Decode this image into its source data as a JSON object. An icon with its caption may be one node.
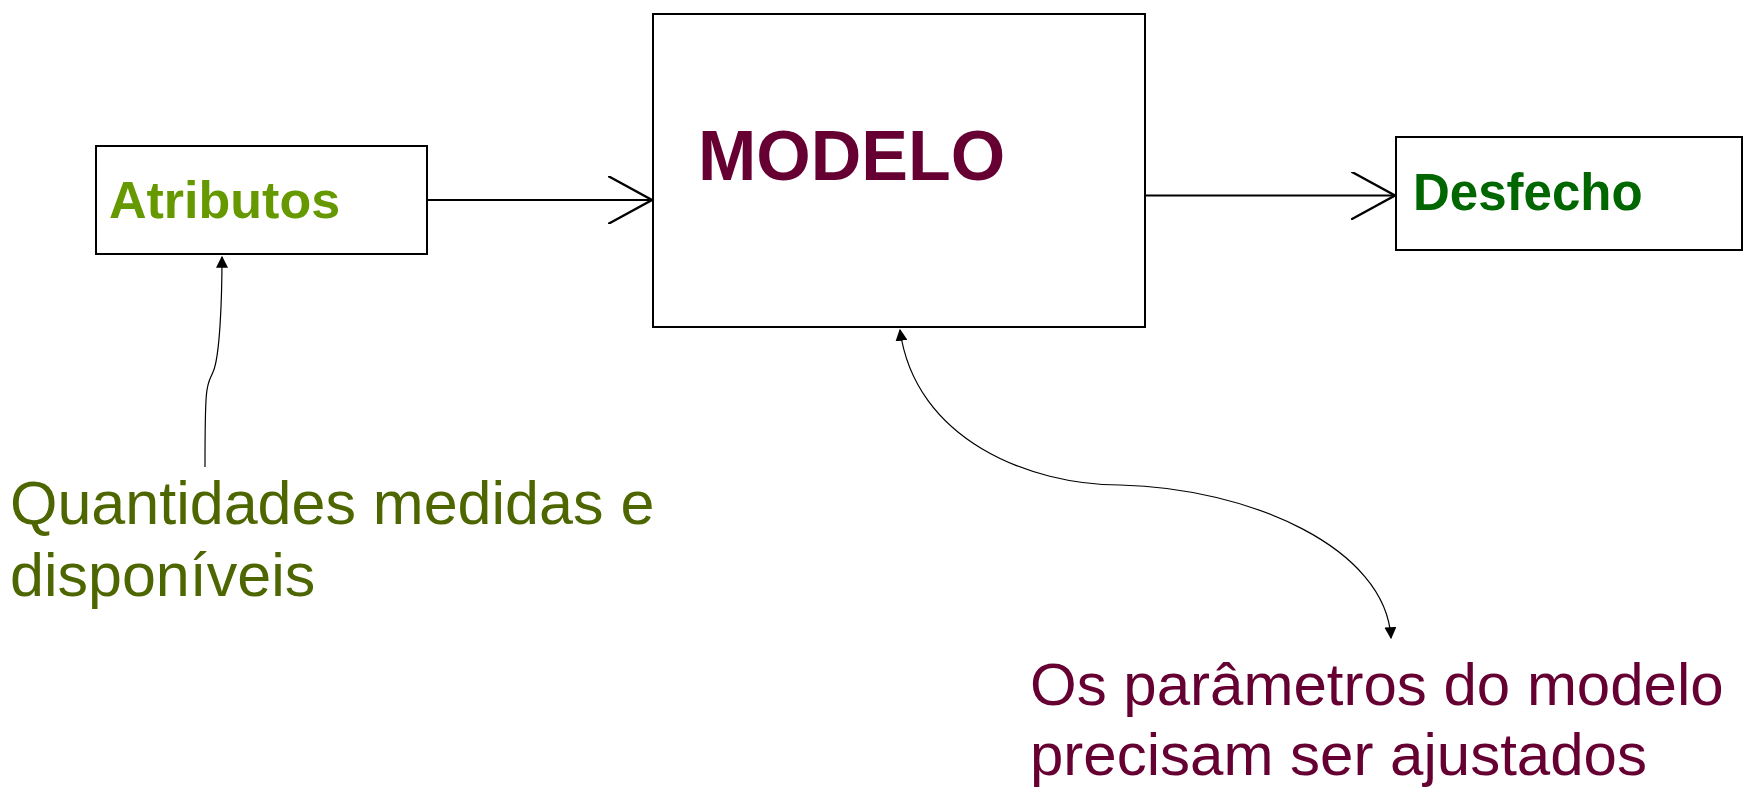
{
  "diagram": {
    "nodes": [
      {
        "text": [
          "Atributos"
        ]
      },
      {
        "text": [
          "MODELO"
        ]
      },
      {
        "text": [
          "Desfecho"
        ]
      },
      {
        "text": [
          "Quantidades medidas e disponíveis"
        ]
      },
      {
        "text": [
          "Os parâmetros do modelo precisam ser ajustados"
        ]
      }
    ],
    "edges": [
      {
        "from": 0,
        "to": 1,
        "arrow": "to"
      },
      {
        "from": 1,
        "to": 2,
        "arrow": "to"
      },
      {
        "from": 3,
        "to": 0,
        "arrow": "to"
      },
      {
        "from": 1,
        "to": 4,
        "arrow": "both"
      }
    ]
  }
}
